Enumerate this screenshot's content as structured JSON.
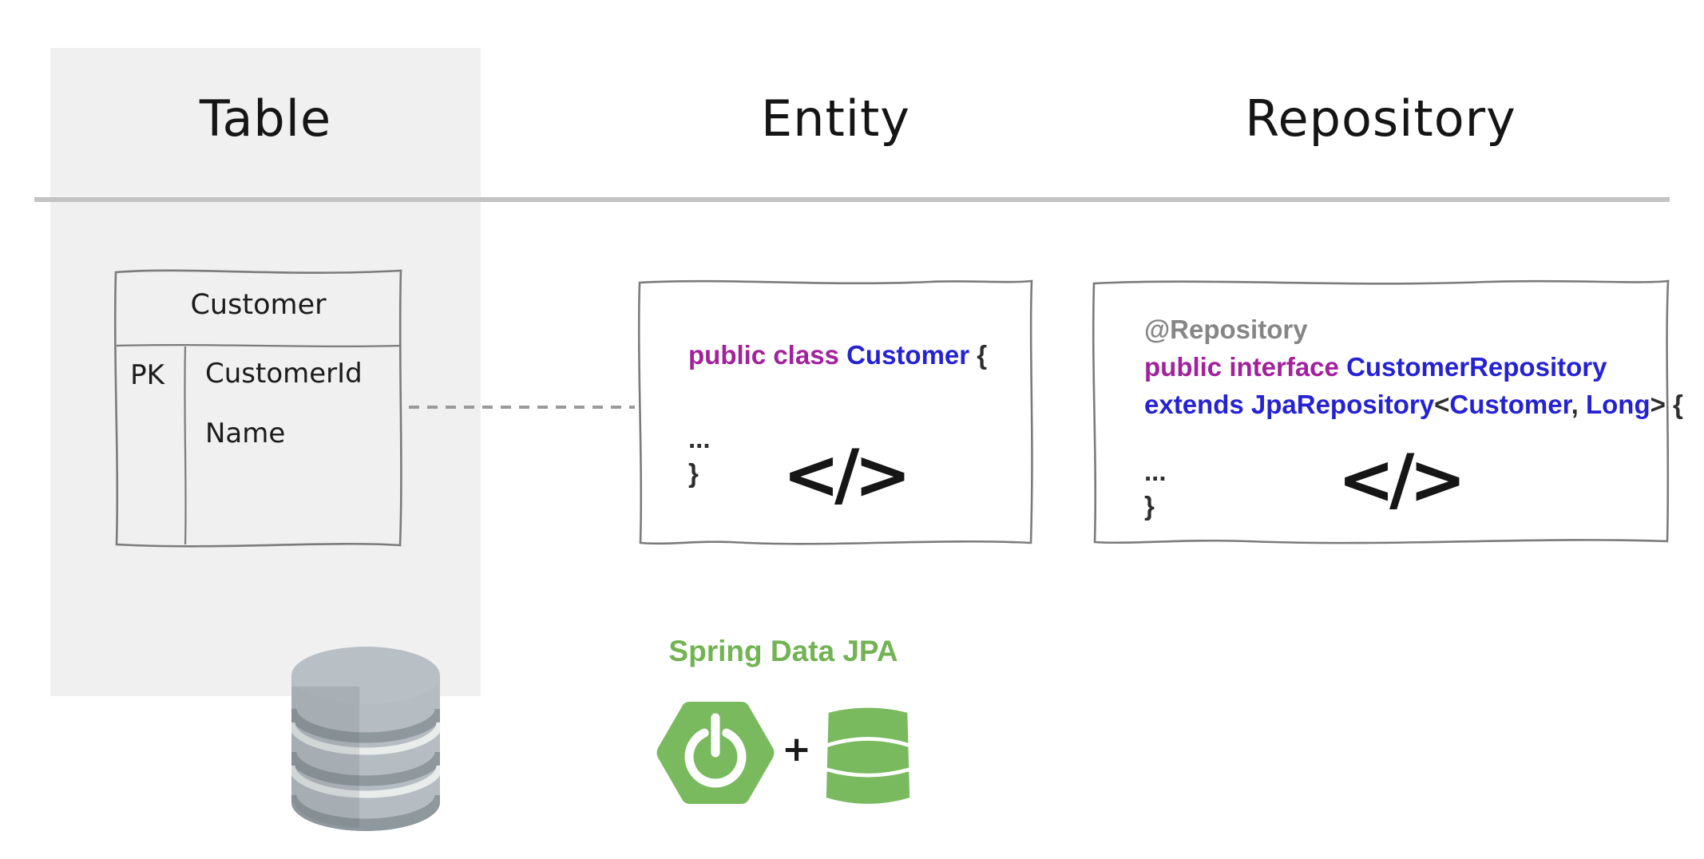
{
  "headers": {
    "table": "Table",
    "entity": "Entity",
    "repository": "Repository"
  },
  "table_box": {
    "title": "Customer",
    "pk": "PK",
    "fields": [
      {
        "name": "CustomerId"
      },
      {
        "name": "Name"
      }
    ]
  },
  "connector": {
    "style": "dashed"
  },
  "entity_box": {
    "keyword": "public class ",
    "type_name": "Customer",
    "open_brace": " {",
    "ellipsis": "...",
    "close_brace": "}",
    "code_icon": "</>"
  },
  "repository_box": {
    "annotation": "@Repository",
    "keyword": "public interface ",
    "type_name": "CustomerRepository",
    "keyword2": "extends JpaRepository",
    "lt": "<",
    "generic_type": "Customer",
    "comma": ", ",
    "generic_type2": "Long",
    "gt_open": "> {",
    "ellipsis": "...",
    "close_brace": "}",
    "code_icon": "</>"
  },
  "spring": {
    "label": "Spring Data JPA",
    "plus": "+"
  },
  "colors": {
    "panel_gray": "#f0f0f1",
    "divider_gray": "#c3c3c6",
    "sketch_stroke": "#7b7b7b",
    "keyword_purple": "#a2219c",
    "type_blue": "#2522d4",
    "annotation_gray": "#868686",
    "code_dark": "#2e2e2e",
    "spring_green_text": "#72b353",
    "spring_green_icon": "#79ba5f",
    "db_gray_body": "#b5bcc2",
    "db_gray_band": "#8e989d",
    "db_gray_gap": "#e8eceb"
  }
}
